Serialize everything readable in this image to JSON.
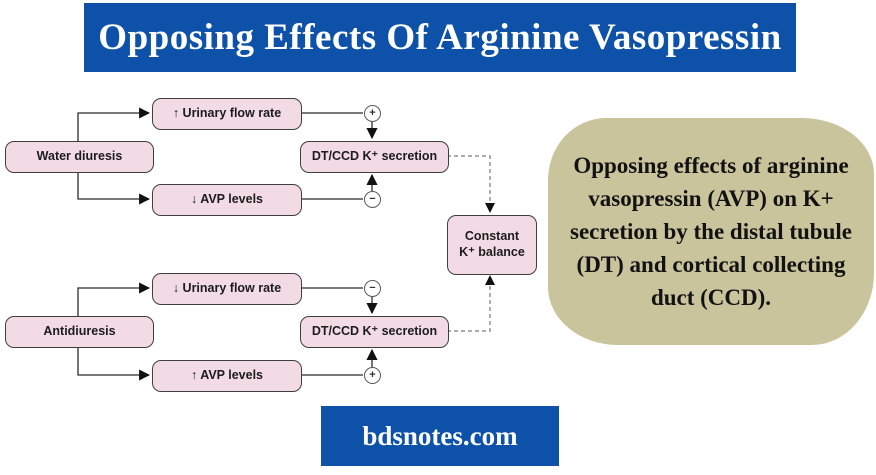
{
  "header": {
    "title": "Opposing Effects Of Arginine Vasopressin"
  },
  "colors": {
    "banner_blue": "#0d52a8",
    "node_pink": "#f2dbe4",
    "node_border": "#3f3f3f",
    "caption_tan": "#cac49d",
    "wire": "#2b2b2b",
    "dashed_wire": "#7a7a7a"
  },
  "diagram": {
    "nodes": {
      "water_diuresis": "Water diuresis",
      "urinary_up": "↑ Urinary flow rate",
      "avp_down": "↓ AVP levels",
      "dtccd_top": "DT/CCD K⁺ secretion",
      "antidiuresis": "Antidiuresis",
      "urinary_down": "↓ Urinary flow rate",
      "avp_up": "↑ AVP levels",
      "dtccd_bottom": "DT/CCD K⁺ secretion",
      "constant_line1": "Constant",
      "constant_line2": "K⁺ balance"
    },
    "signs": {
      "top_plus": "+",
      "top_minus": "−",
      "bottom_minus": "−",
      "bottom_plus": "+"
    }
  },
  "caption": {
    "lines": [
      "Opposing effects of arginine",
      "vasopressin (AVP) on K+",
      "secretion by the distal tubule",
      "(DT) and cortical collecting",
      "duct (CCD)."
    ]
  },
  "footer": {
    "label": "bdsnotes.com"
  }
}
